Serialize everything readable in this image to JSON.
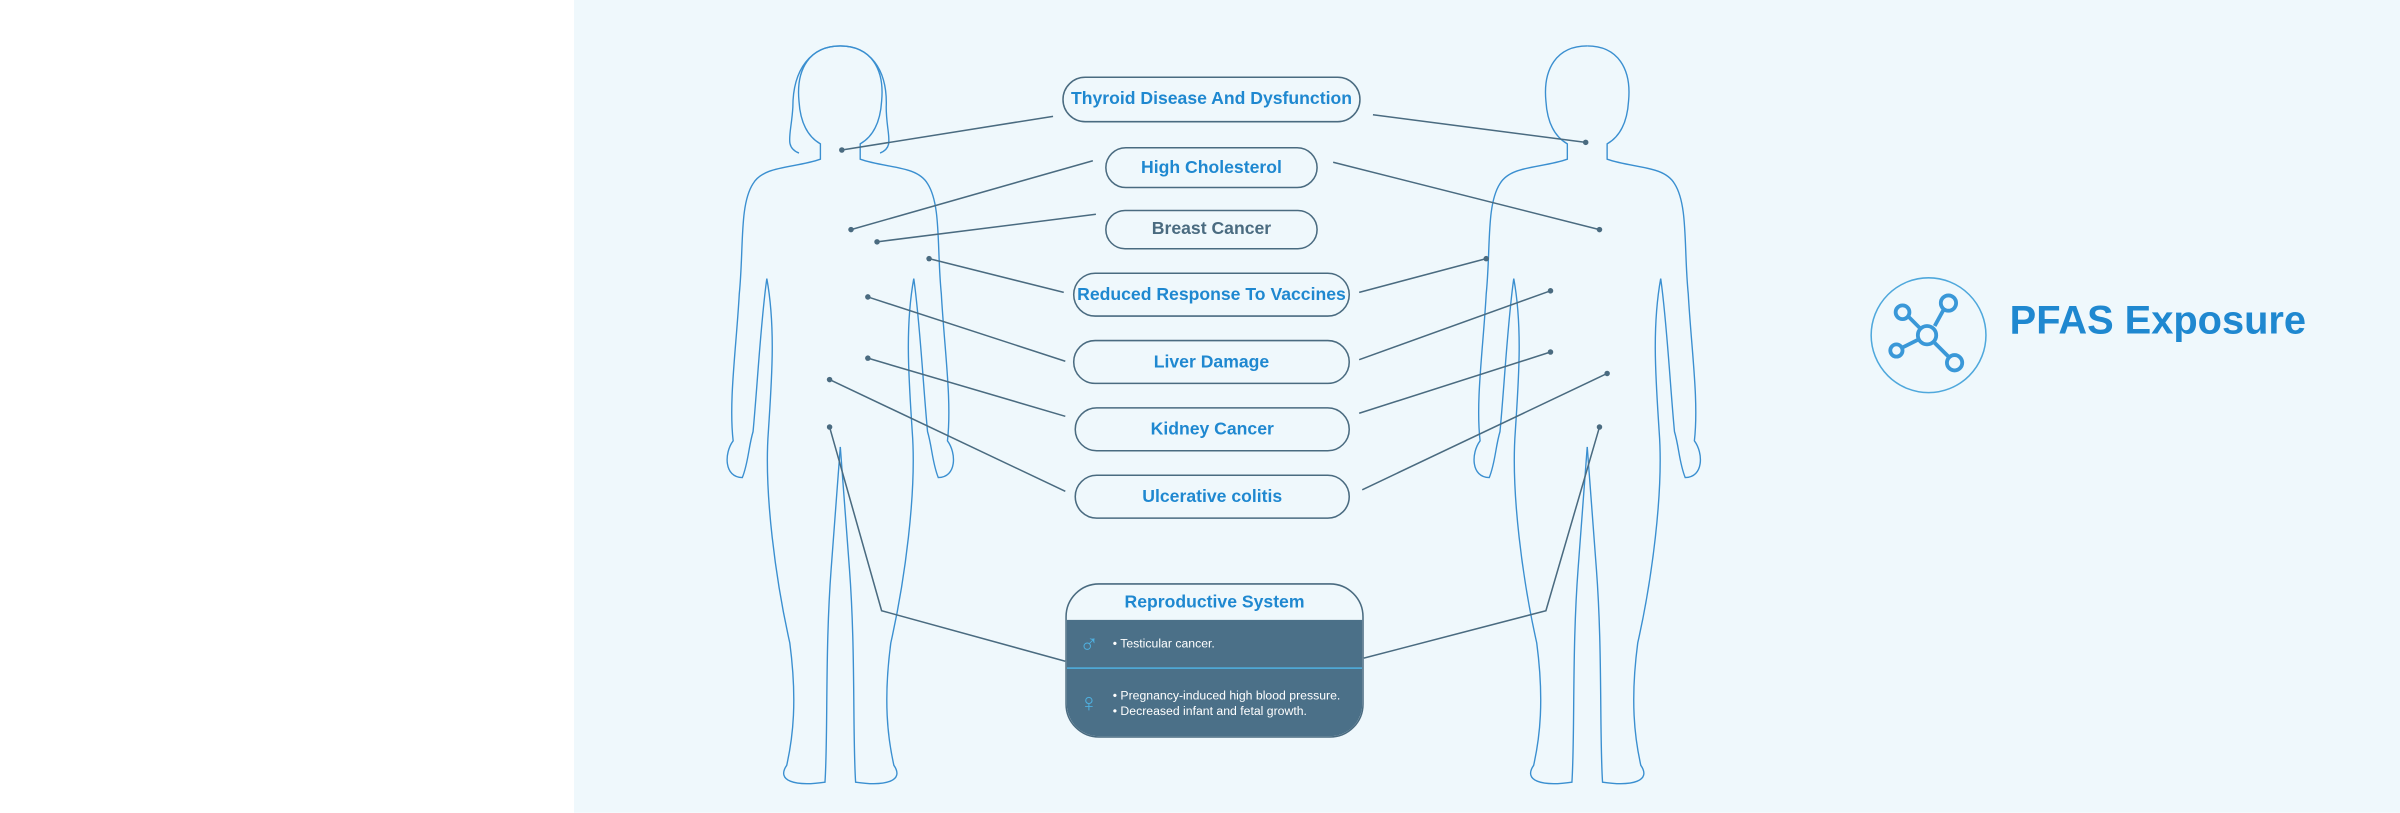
{
  "title": "PFAS Exposure",
  "conditions": [
    {
      "label": "Thyroid Disease And Dysfunction"
    },
    {
      "label": "High Cholesterol"
    },
    {
      "label": "Breast Cancer"
    },
    {
      "label": "Reduced Response To Vaccines"
    },
    {
      "label": "Liver Damage"
    },
    {
      "label": "Kidney Cancer"
    },
    {
      "label": "Ulcerative colitis"
    }
  ],
  "reproductive": {
    "title": "Reproductive System",
    "male": {
      "icon": "male-symbol-icon",
      "symbol": "♂",
      "items": [
        "• Testicular cancer."
      ]
    },
    "female": {
      "icon": "female-symbol-icon",
      "symbol": "♀",
      "items": [
        "• Pregnancy-induced high blood pressure.",
        "• Decreased infant and fetal growth."
      ]
    }
  },
  "colors": {
    "accent": "#1f88d0",
    "slate": "#4b7088",
    "background": "#eff8fc",
    "outline": "#3a8fd0"
  }
}
